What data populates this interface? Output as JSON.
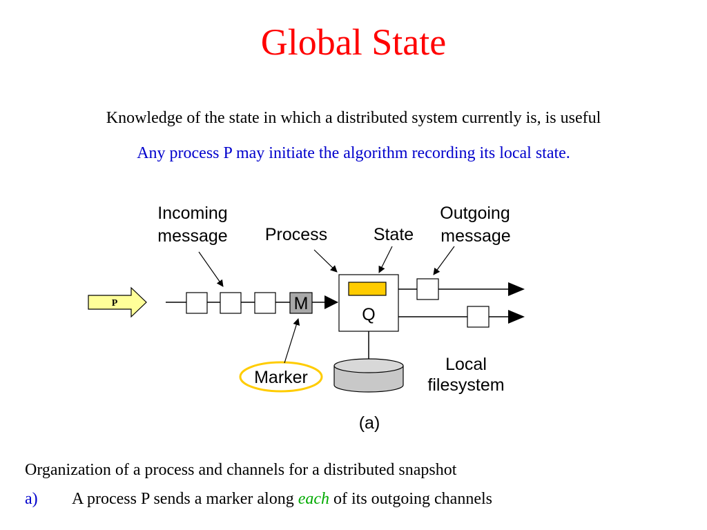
{
  "slide": {
    "title": "Global State",
    "line1": "Knowledge of the state in which a distributed system currently is, is useful",
    "line2": "Any process P may initiate the algorithm recording its local state.",
    "caption": "Organization of a process and channels for a distributed snapshot",
    "item": {
      "marker": "a)",
      "before": "A process P sends a marker along ",
      "emph": "each",
      "after": " of  its outgoing channels"
    }
  },
  "diagram": {
    "labels": {
      "incoming_1": "Incoming",
      "incoming_2": "message",
      "process": "Process",
      "state": "State",
      "outgoing_1": "Outgoing",
      "outgoing_2": "message",
      "marker": "Marker",
      "local_1": "Local",
      "local_2": "filesystem",
      "sub": "(a)",
      "m_box": "M",
      "q_box": "Q",
      "p_arrow": "P"
    },
    "colors": {
      "arrow_fill": "#ffff99",
      "state_fill": "#ffcc00",
      "marker_ring": "#ffcc00",
      "m_fill": "#a8a8a8",
      "disk_fill": "#c8c8c8"
    }
  }
}
